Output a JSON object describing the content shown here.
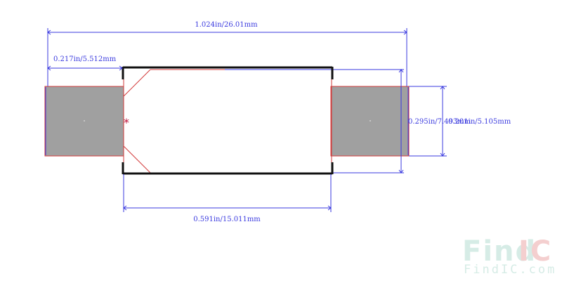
{
  "dimensions": {
    "overall_width": "1.024in/26.01mm",
    "pad_length": "0.217in/5.512mm",
    "body_length": "0.591in/15.011mm",
    "body_height": "0.295in/7.493mm",
    "pad_height": "0.201in/5.105mm"
  },
  "marker": {
    "pin1": "*"
  },
  "watermark": {
    "logo_find": "Find",
    "logo_ic": "IC",
    "site": "FindIC.com"
  },
  "colors": {
    "dimension": "#3a3adf",
    "pad_fill": "#a0a0a0",
    "outline": "#d23a3a",
    "body_edge": "#111111",
    "logo_light": "#d6ece6",
    "logo_accent": "#f4cfcf"
  }
}
